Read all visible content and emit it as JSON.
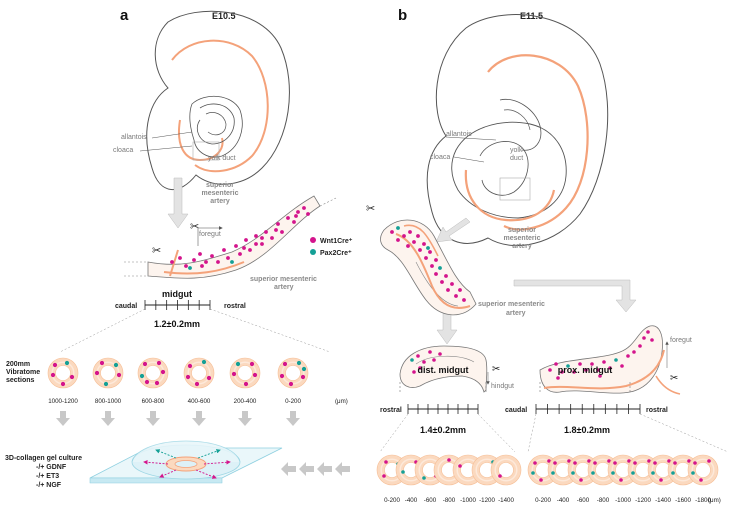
{
  "colors": {
    "wnt1": "#d4148c",
    "pax2": "#14a096",
    "orange": "#f4a27a",
    "ring": "#fbd9bf",
    "grey_arrow": "#c8c8c8",
    "gel": "#dff2f7"
  },
  "panel_a": {
    "letter": "a",
    "stage": "E10.5",
    "labels": {
      "allantois": "allantois",
      "cloaca": "cloaca",
      "yolk_duct": "yolk duct",
      "sma": [
        "superior",
        "mesenteric",
        "artery"
      ],
      "foregut": "foregut",
      "midgut": "midgut",
      "caudal": "caudal",
      "rostral": "rostral",
      "length": "1.2±0.2mm",
      "sma2": [
        "superior mesenteric",
        "artery"
      ]
    },
    "legend": [
      {
        "label": "Wnt1Cre⁺",
        "color": "wnt1"
      },
      {
        "label": "Pax2Cre⁺",
        "color": "pax2"
      }
    ],
    "sections_label": [
      "200mm",
      "Vibratome",
      "sections"
    ],
    "section_ranges": [
      "1000-1200",
      "800-1000",
      "600-800",
      "400-600",
      "200-400",
      "0-200"
    ],
    "unit": "(μm)",
    "culture_label": [
      "3D-collagen gel culture",
      "-/+ GDNF",
      "-/+ ET3",
      "-/+ NGF"
    ]
  },
  "panel_b": {
    "letter": "b",
    "stage": "E11.5",
    "labels": {
      "allantois": "allantois",
      "yolk_duct": [
        "yolk",
        "duct"
      ],
      "cloaca": "cloaca",
      "sma": [
        "superior",
        "mesenteric",
        "artery"
      ],
      "sma2": [
        "superior mesenteric",
        "artery"
      ],
      "hindgut": "hindgut",
      "foregut": "foregut",
      "dist_midgut": "dist. midgut",
      "prox_midgut": "prox. midgut",
      "rostral_left": "rostral",
      "caudal": "caudal",
      "rostral_right": "rostral",
      "dist_length": "1.4±0.2mm",
      "prox_length": "1.8±0.2mm"
    },
    "dist_ticks": [
      "0-200",
      "-400",
      "-600",
      "-800",
      "-1000",
      "-1200",
      "-1400"
    ],
    "prox_ticks": [
      "0-200",
      "-400",
      "-600",
      "-800",
      "-1000",
      "-1200",
      "-1400",
      "-1600",
      "-1800"
    ],
    "prox_unit": "(μm)"
  }
}
